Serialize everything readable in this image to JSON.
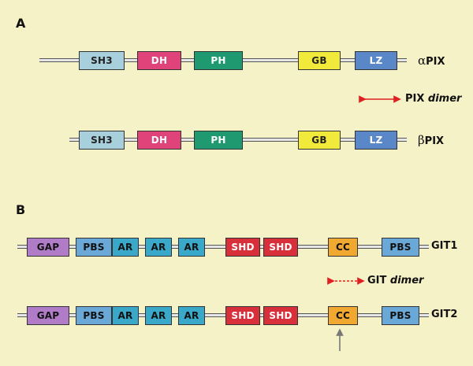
{
  "panels": {
    "a_label": "A",
    "b_label": "B"
  },
  "alpha_pix": {
    "greek": "α",
    "name": "PIX",
    "domains": [
      "SH3",
      "DH",
      "PH",
      "GB",
      "LZ"
    ]
  },
  "pix_dimer": {
    "prefix": "PIX",
    "word": "dimer"
  },
  "beta_pix": {
    "greek": "β",
    "name": "PIX",
    "domains": [
      "SH3",
      "DH",
      "PH",
      "GB",
      "LZ"
    ]
  },
  "git1": {
    "name": "GIT1",
    "domains": [
      "GAP",
      "PBS",
      "AR",
      "AR",
      "AR",
      "SHD",
      "SHD",
      "CC",
      "PBS"
    ]
  },
  "git_dimer": {
    "prefix": "GIT",
    "word": "dimer"
  },
  "git2": {
    "name": "GIT2",
    "domains": [
      "GAP",
      "PBS",
      "AR",
      "AR",
      "AR",
      "SHD",
      "SHD",
      "CC",
      "PBS"
    ]
  },
  "colors": {
    "SH3": "#a8d0dc",
    "DH": "#e0427a",
    "PH": "#1f9a70",
    "GB": "#f2ea3a",
    "LZ": "#5a87c8",
    "GAP": "#b07cc8",
    "PBS": "#6aa8d8",
    "AR": "#3aa8c8",
    "SHD": "#d8303a",
    "CC": "#f0a830",
    "arrow_red": "#e02020",
    "arrow_gray": "#777777"
  }
}
